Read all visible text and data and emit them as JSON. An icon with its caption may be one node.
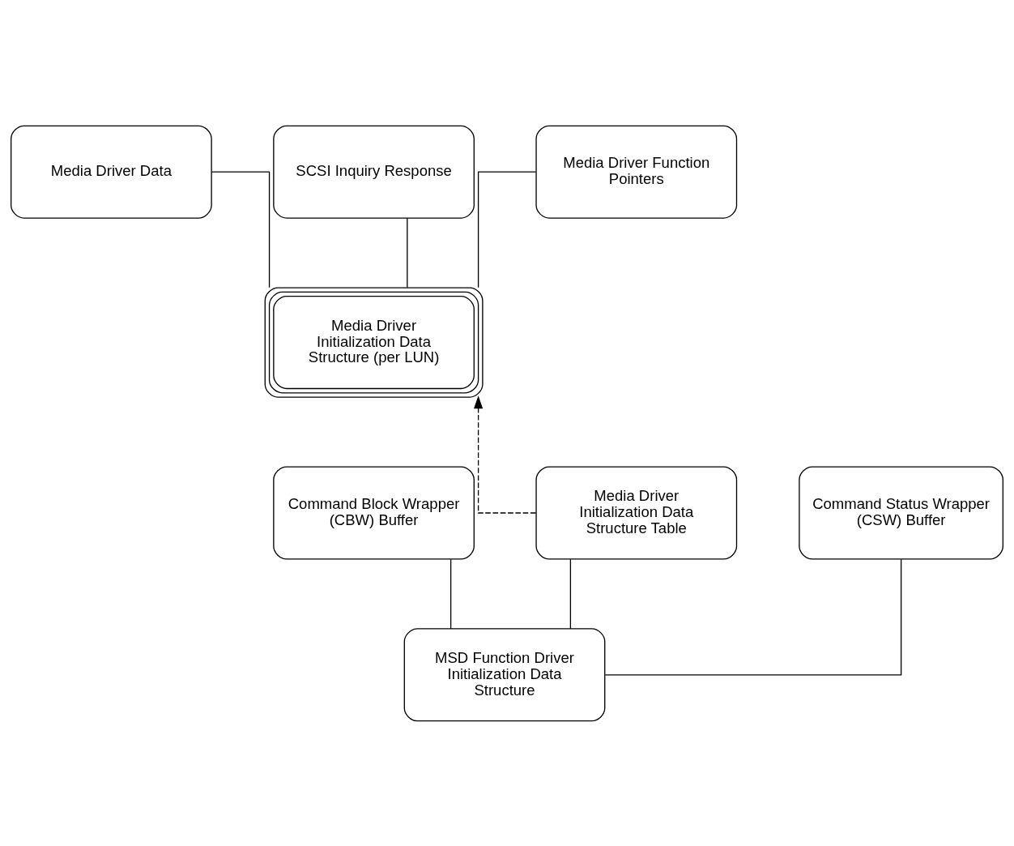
{
  "diagram": {
    "nodes": [
      {
        "text": [
          "Media Driver Data"
        ]
      },
      {
        "text": [
          "SCSI Inquiry Response"
        ]
      },
      {
        "text": [
          "Media Driver Function Pointers"
        ]
      },
      {
        "text": [
          "Media Driver Initialization Data Structure (per LUN)"
        ]
      },
      {
        "text": [
          "Command Status Wrapper (CSW) Buffer"
        ]
      },
      {
        "text": [
          "Command Block Wrapper (CBW) Buffer"
        ]
      },
      {
        "text": [
          "Media Driver Initialization Data Structure Table"
        ]
      },
      {
        "text": [
          "MSD Function Driver Initialization Data Structure"
        ]
      }
    ],
    "edges": [
      {
        "from": 0,
        "to": 3,
        "arrow": "none"
      },
      {
        "from": 1,
        "to": 3,
        "arrow": "none"
      },
      {
        "from": 2,
        "to": 3,
        "arrow": "none"
      },
      {
        "from": 6,
        "to": 3,
        "arrow": "to",
        "style": "dashed"
      },
      {
        "from": 4,
        "to": 7,
        "arrow": "none"
      },
      {
        "from": 5,
        "to": 7,
        "arrow": "none"
      },
      {
        "from": 6,
        "to": 7,
        "arrow": "none"
      }
    ]
  }
}
